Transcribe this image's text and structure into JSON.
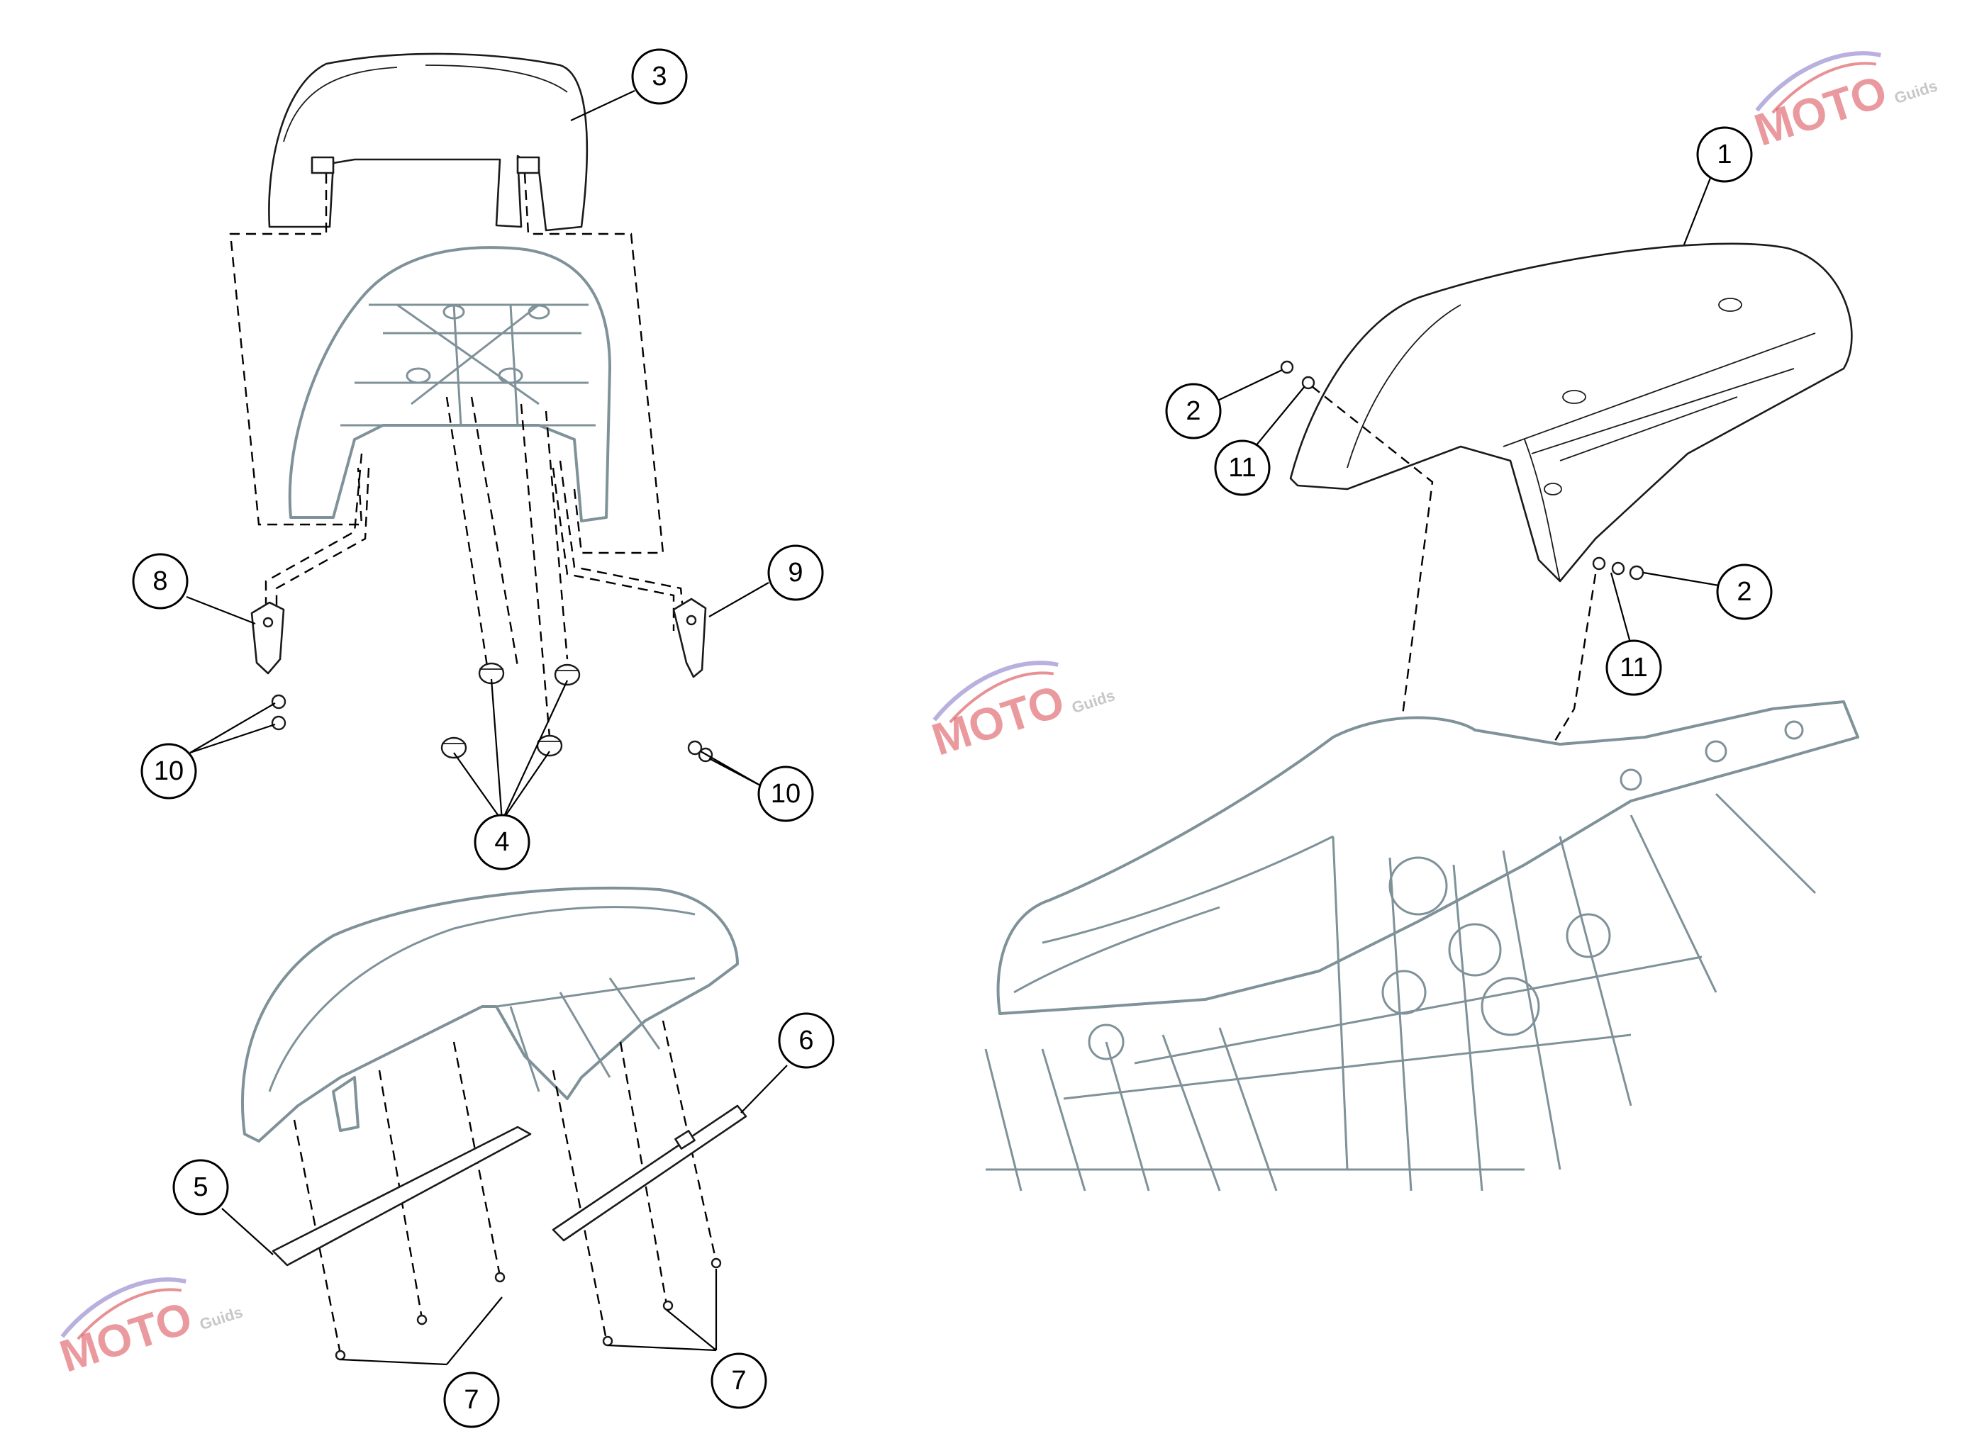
{
  "callouts": [
    {
      "id": "c1",
      "label": "1"
    },
    {
      "id": "c2a",
      "label": "2"
    },
    {
      "id": "c2b",
      "label": "2"
    },
    {
      "id": "c3",
      "label": "3"
    },
    {
      "id": "c4",
      "label": "4"
    },
    {
      "id": "c5",
      "label": "5"
    },
    {
      "id": "c6",
      "label": "6"
    },
    {
      "id": "c7a",
      "label": "7"
    },
    {
      "id": "c7b",
      "label": "7"
    },
    {
      "id": "c8",
      "label": "8"
    },
    {
      "id": "c9",
      "label": "9"
    },
    {
      "id": "c10a",
      "label": "10"
    },
    {
      "id": "c10b",
      "label": "10"
    },
    {
      "id": "c11a",
      "label": "11"
    },
    {
      "id": "c11b",
      "label": "11"
    }
  ],
  "watermark": {
    "brand": "MOTO",
    "sub": "Guids"
  },
  "colors": {
    "line_art_gray": "#7f9199",
    "callout": "#000000",
    "watermark_red": "#d9484f",
    "watermark_violet": "#8c7cc9"
  }
}
